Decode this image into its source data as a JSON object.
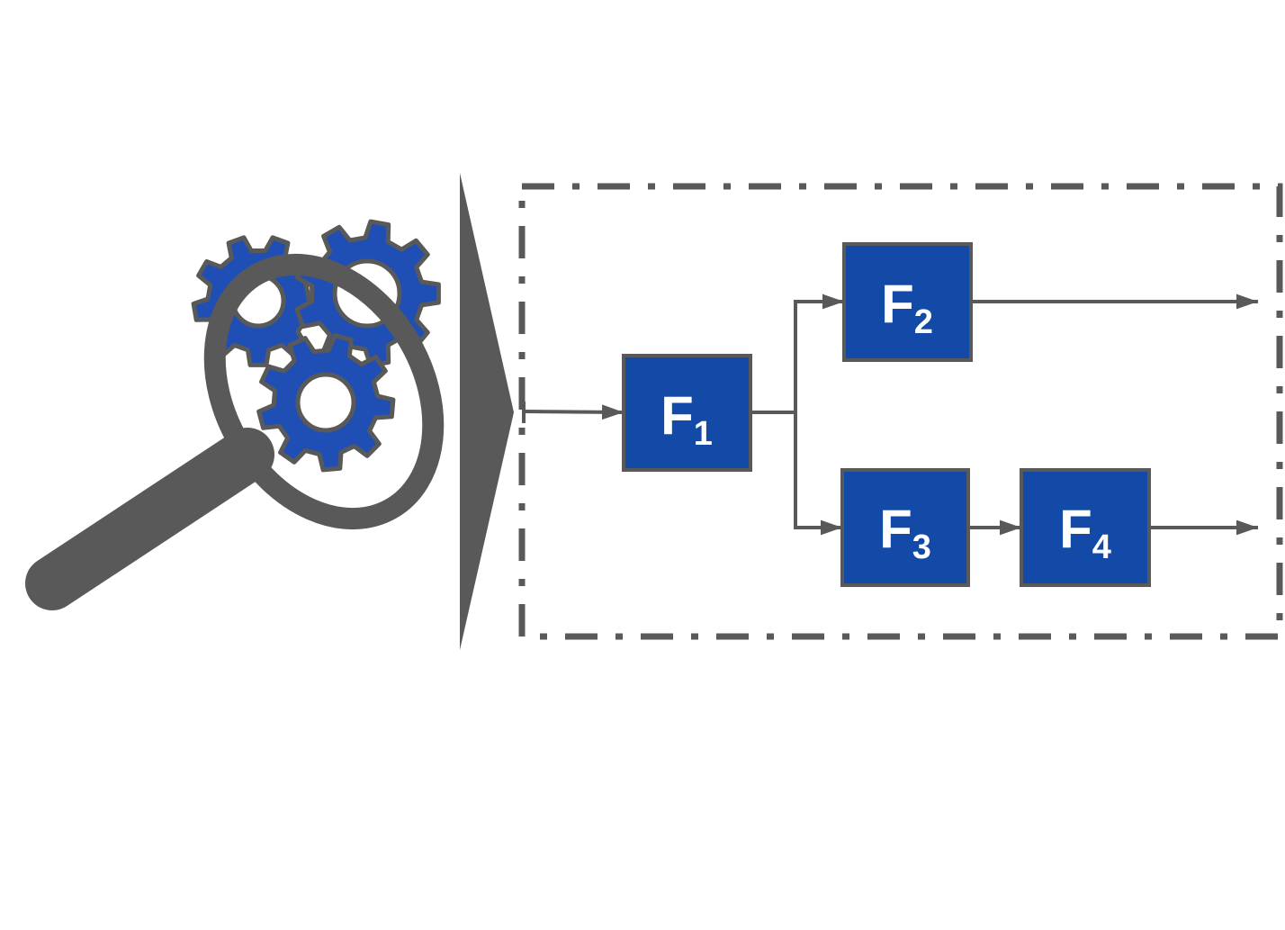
{
  "colors": {
    "block_fill": "#134aa8",
    "stroke_gray": "#595959",
    "gear_blue": "#1f4fb5",
    "text_white": "#ffffff"
  },
  "icons": {
    "left_icon": "magnifier-over-gears-icon",
    "separator": "chevron-arrow"
  },
  "blocks": [
    {
      "id": "F1",
      "letter": "F",
      "sub": "1"
    },
    {
      "id": "F2",
      "letter": "F",
      "sub": "2"
    },
    {
      "id": "F3",
      "letter": "F",
      "sub": "3"
    },
    {
      "id": "F4",
      "letter": "F",
      "sub": "4"
    }
  ],
  "connections": [
    {
      "from": "input",
      "to": "F1"
    },
    {
      "from": "F1",
      "to": "F2"
    },
    {
      "from": "F1",
      "to": "F3"
    },
    {
      "from": "F3",
      "to": "F4"
    },
    {
      "from": "F2",
      "to": "output"
    },
    {
      "from": "F4",
      "to": "output"
    }
  ]
}
